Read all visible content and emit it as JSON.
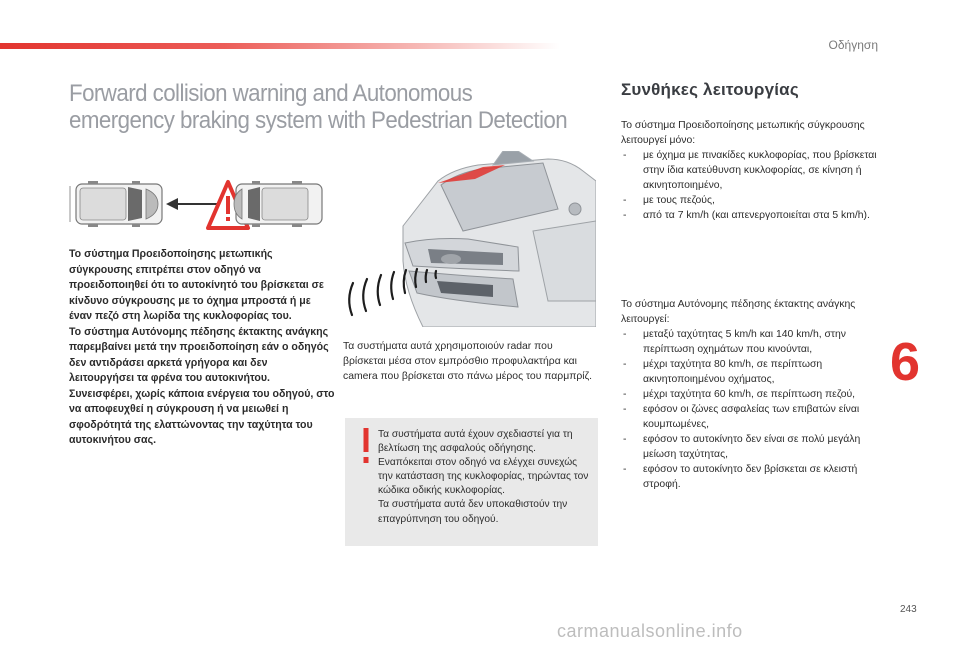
{
  "header": {
    "section_label": "Οδήγηση",
    "accent_color": "#e2342f"
  },
  "title": "Forward collision warning and Autonomous emergency braking system with Pedestrian Detection",
  "intro_paragraphs": [
    "Το σύστημα Προειδοποίησης μετωπικής σύγκρουσης επιτρέπει στον οδηγό να προειδοποιηθεί ότι το αυτοκίνητό του βρίσκεται σε κίνδυνο σύγκρουσης με το όχημα μπροστά ή με έναν πεζό στη λωρίδα της κυκλοφορίας του.",
    "Το σύστημα Αυτόνομης πέδησης έκτακτης ανάγκης παρεμβαίνει μετά την προειδοποίηση εάν ο οδηγός δεν αντιδράσει αρκετά γρήγορα και δεν λειτουργήσει τα φρένα του αυτοκινήτου.",
    "Συνεισφέρει, χωρίς κάποια ενέργεια του οδηγού, στο να αποφευχθεί η σύγκρουση ή να μειωθεί η σφοδρότητά της ελαττώνοντας την ταχύτητα του αυτοκινήτου σας."
  ],
  "radar_text": "Τα συστήματα αυτά χρησιμοποιούν radar που βρίσκεται μέσα στον εμπρόσθιο προφυλακτήρα και camera που βρίσκεται στο πάνω μέρος του παρμπρίζ.",
  "warning": {
    "icon": "exclamation-icon",
    "color": "#e2342f",
    "paragraphs": [
      "Τα συστήματα αυτά έχουν σχεδιαστεί για τη βελτίωση της ασφαλούς οδήγησης.",
      "Εναπόκειται στον οδηγό να ελέγχει συνεχώς την κατάσταση της κυκλοφορίας, τηρώντας τον κώδικα οδικής κυκλοφορίας.",
      "Τα συστήματα αυτά δεν υποκαθιστούν την επαγρύπνηση του οδηγού."
    ]
  },
  "conditions": {
    "title": "Συνθήκες λειτουργίας",
    "fcw_intro": "Το σύστημα Προειδοποίησης μετωπικής σύγκρουσης λειτουργεί μόνο:",
    "fcw_items": [
      "με όχημα με πινακίδες κυκλοφορίας, που βρίσκεται στην ίδια κατεύθυνση κυκλοφορίας, σε κίνηση ή ακινητοποιημένο,",
      "με τους πεζούς,",
      "από τα 7 km/h (και απενεργοποιείται στα 5 km/h)."
    ],
    "aeb_intro": "Το σύστημα Αυτόνομης πέδησης έκτακτης ανάγκης λειτουργεί:",
    "aeb_items": [
      "μεταξύ ταχύτητας 5 km/h και 140 km/h, στην περίπτωση οχημάτων που κινούνται,",
      "μέχρι ταχύτητα 80 km/h, σε περίπτωση ακινητοποιημένου οχήματος,",
      "μέχρι ταχύτητα 60 km/h, σε περίπτωση πεζού,",
      "εφόσον οι ζώνες ασφαλείας των επιβατών είναι κουμπωμένες,",
      "εφόσον το αυτοκίνητο δεν είναι σε πολύ μεγάλη μείωση ταχύτητας,",
      "εφόσον το αυτοκίνητο δεν βρίσκεται σε κλειστή στροφή."
    ]
  },
  "chapter_number": "6",
  "page_number": "243",
  "watermark": "carmanualsonline.info"
}
